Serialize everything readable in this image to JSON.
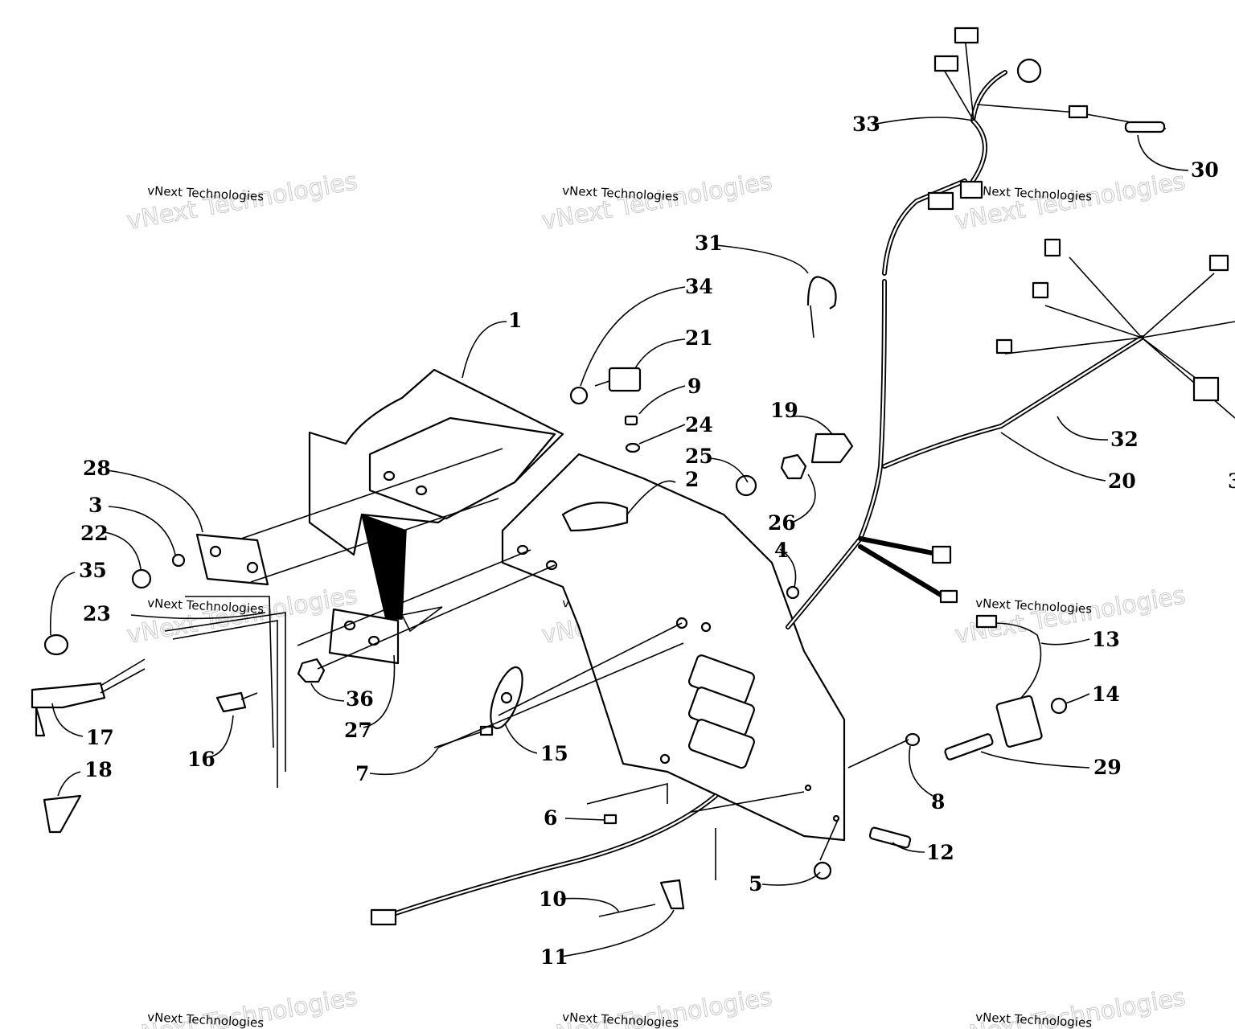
{
  "watermark": {
    "small": "vNext Technologies",
    "large": "vNext Technologies"
  },
  "callouts": [
    "1",
    "2",
    "3",
    "4",
    "5",
    "6",
    "7",
    "8",
    "9",
    "10",
    "11",
    "12",
    "13",
    "14",
    "15",
    "16",
    "17",
    "18",
    "19",
    "20",
    "21",
    "22",
    "23",
    "24",
    "25",
    "26",
    "27",
    "28",
    "29",
    "30",
    "31",
    "32",
    "33",
    "34",
    "35",
    "36",
    "3"
  ]
}
